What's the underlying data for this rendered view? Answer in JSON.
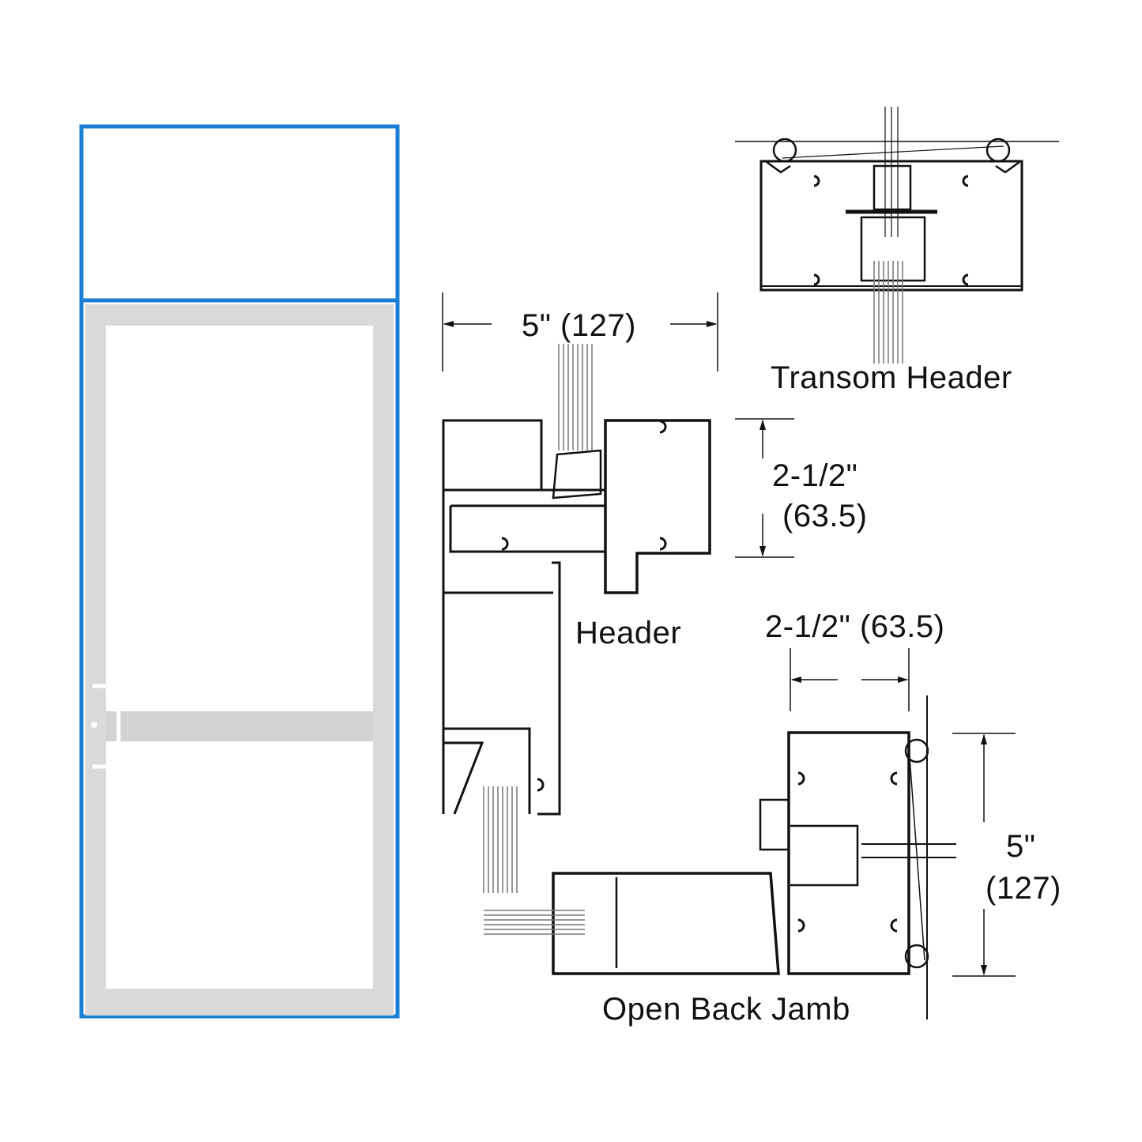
{
  "door_elevation": {
    "frame_color": "#1a7fd4",
    "door_color": "#d7d7d7",
    "glass_color": "#ffffff"
  },
  "details": {
    "transom_header": {
      "label": "Transom Header"
    },
    "header": {
      "label": "Header",
      "depth_dimension": "5\" (127)",
      "face_dimension_line1": "2-1/2\"",
      "face_dimension_line2": "(63.5)"
    },
    "jamb": {
      "label": "Open Back Jamb",
      "face_dimension": "2-1/2\" (63.5)",
      "depth_dimension_line1": "5\"",
      "depth_dimension_line2": "(127)"
    }
  },
  "colors": {
    "line": "#111111",
    "glazing": "#777777"
  }
}
